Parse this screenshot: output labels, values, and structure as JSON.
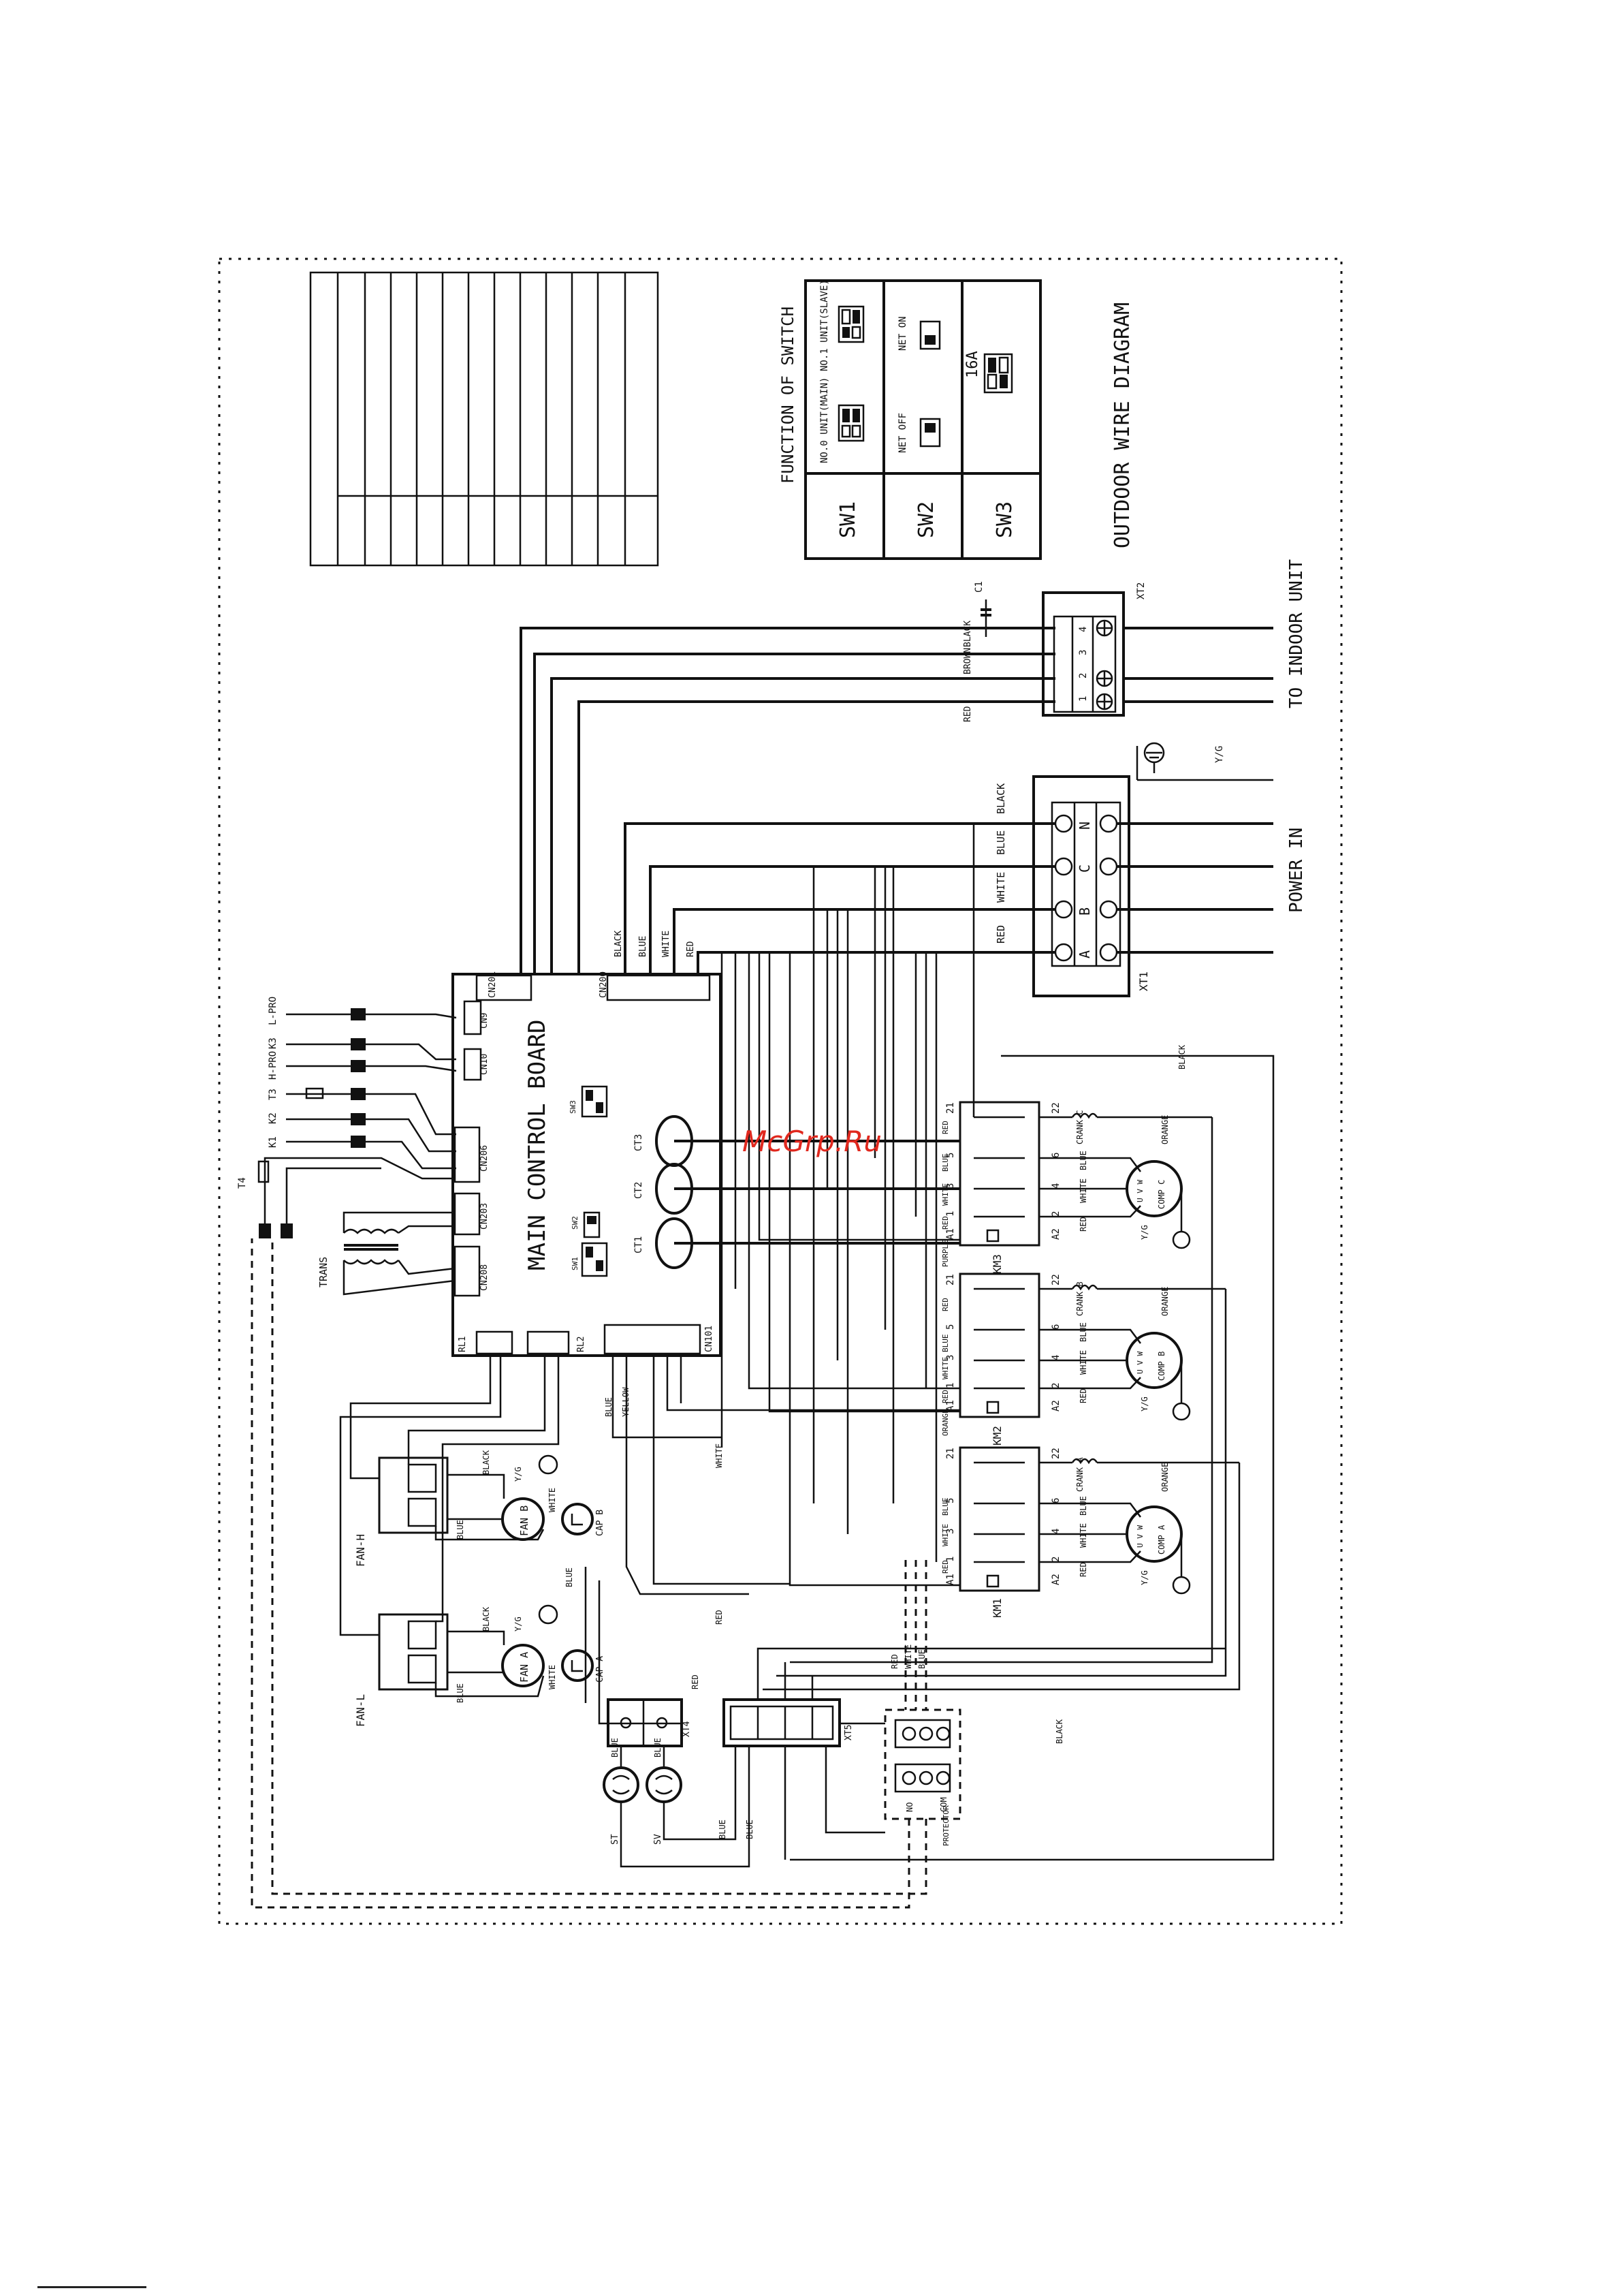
{
  "title": "OUTDOOR WIRE DIAGRAM",
  "switch_table": {
    "heading": "FUNCTION OF SWITCH",
    "rows": [
      {
        "name": "SW1",
        "off_label": "NO.0 UNIT(MAIN)",
        "on_label": "NO.1 UNIT(SLAVE)"
      },
      {
        "name": "SW2",
        "off_label": "NET OFF",
        "on_label": "NET ON"
      },
      {
        "name": "SW3",
        "off_label": "",
        "on_label": "16A"
      }
    ]
  },
  "main_board": {
    "title": "MAIN CONTROL BOARD",
    "connectors": [
      "CN201",
      "CN200",
      "CN9",
      "CN10",
      "CN206",
      "CN203",
      "CN208",
      "RL1",
      "RL2",
      "CN101"
    ],
    "switch_labels": [
      "SW3",
      "SW2",
      "SW1"
    ],
    "ct_labels": [
      "CT3",
      "CT2",
      "CT1"
    ]
  },
  "sensors": [
    "L-PRO",
    "K3",
    "H-PRO",
    "T3",
    "K2",
    "K1",
    "T4"
  ],
  "trans_label": "TRANS",
  "power": {
    "label": "POWER IN",
    "terminal": "XT1",
    "terminals": [
      "A",
      "B",
      "C",
      "N"
    ],
    "wire_colors": [
      "RED",
      "WHITE",
      "BLUE",
      "BLACK"
    ],
    "ground": "Y/G"
  },
  "indoor": {
    "label": "TO INDOOR UNIT",
    "terminal": "XT2",
    "terminals": [
      "1",
      "2",
      "3",
      "4"
    ],
    "capacitor": "C1",
    "wires": [
      "BLACK",
      "BROWN",
      "RED"
    ]
  },
  "board_wires": [
    "BLACK",
    "BLUE",
    "WHITE",
    "RED"
  ],
  "contactors": [
    {
      "name": "KM3",
      "comp": "COMP C",
      "crank": "CRANK C",
      "coil": "PURPLE"
    },
    {
      "name": "KM2",
      "comp": "COMP B",
      "crank": "CRANK B",
      "coil": "ORANGE"
    },
    {
      "name": "KM1",
      "comp": "COMP A",
      "crank": "CRANK A",
      "coil": ""
    }
  ],
  "contactor_terminals": {
    "top": [
      "21",
      "5",
      "3",
      "1",
      "A1"
    ],
    "bottom": [
      "22",
      "6",
      "4",
      "2",
      "A2"
    ]
  },
  "contactor_wires": {
    "top": [
      "RED",
      "BLUE",
      "WHITE",
      "RED"
    ],
    "bottom": [
      "BLUE",
      "WHITE",
      "RED"
    ],
    "crank_wire": "ORANGE"
  },
  "comp_terminals": "U V W",
  "ground_label": "Y/G",
  "other_wires": [
    "BLACK",
    "ORANGE",
    "WHITE",
    "RED",
    "BLUE",
    "YELLOW"
  ],
  "fans": [
    {
      "name": "FAN B",
      "cap": "CAP B",
      "relay": "FAN-H",
      "wires": [
        "BLACK",
        "WHITE",
        "BLUE",
        "Y/G"
      ]
    },
    {
      "name": "FAN A",
      "cap": "CAP A",
      "relay": "FAN-L",
      "wires": [
        "BLACK",
        "WHITE",
        "BLUE",
        "Y/G"
      ]
    }
  ],
  "xt4": "XT4",
  "xt5": "XT5",
  "valves": [
    "ST",
    "SV"
  ],
  "valve_wire": "BLUE",
  "protector": {
    "label": "PROTECTOR",
    "terminals": [
      "COM",
      "NO"
    ]
  },
  "protector_wires": [
    "RED",
    "WHITE",
    "BLUE"
  ],
  "watermark": "McGrp.Ru"
}
